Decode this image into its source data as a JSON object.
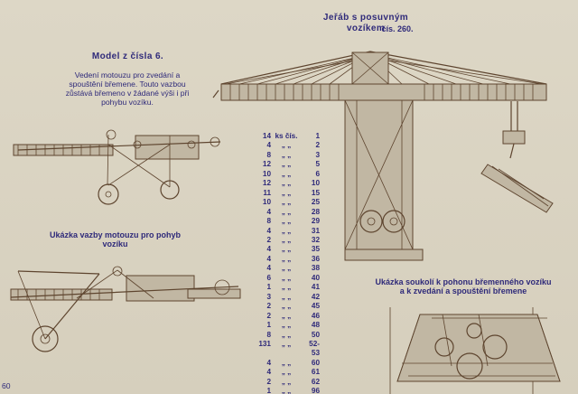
{
  "page": {
    "number": "60",
    "crane_title": "Jeřáb s posuvným vozíkem",
    "crane_number": "čís. 260.",
    "model_heading": "Model z čísla 6.",
    "hoist_caption": "Vedení motouzu pro zvedání a spouštění břemene. Touto vazbou zůstává břemeno v žádané výši i při pohybu vozíku.",
    "trolley_caption": "Ukázka vazby motouzu pro pohyb vozíku",
    "gear_caption": "Ukázka soukolí k pohonu břemenného vozíku a k zvedání a spouštění břemene"
  },
  "parts_list": [
    {
      "qty": "14",
      "sep": "ks čís.",
      "part": "1"
    },
    {
      "qty": "4",
      "sep": "„ „",
      "part": "2"
    },
    {
      "qty": "8",
      "sep": "„ „",
      "part": "3"
    },
    {
      "qty": "12",
      "sep": "„ „",
      "part": "5"
    },
    {
      "qty": "10",
      "sep": "„ „",
      "part": "6"
    },
    {
      "qty": "12",
      "sep": "„ „",
      "part": "10"
    },
    {
      "qty": "11",
      "sep": "„ „",
      "part": "15"
    },
    {
      "qty": "10",
      "sep": "„ „",
      "part": "25"
    },
    {
      "qty": "4",
      "sep": "„ „",
      "part": "28"
    },
    {
      "qty": "8",
      "sep": "„ „",
      "part": "29"
    },
    {
      "qty": "4",
      "sep": "„ „",
      "part": "31"
    },
    {
      "qty": "2",
      "sep": "„ „",
      "part": "32"
    },
    {
      "qty": "4",
      "sep": "„ „",
      "part": "35"
    },
    {
      "qty": "4",
      "sep": "„ „",
      "part": "36"
    },
    {
      "qty": "4",
      "sep": "„ „",
      "part": "38"
    },
    {
      "qty": "6",
      "sep": "„ „",
      "part": "40"
    },
    {
      "qty": "1",
      "sep": "„ „",
      "part": "41"
    },
    {
      "qty": "3",
      "sep": "„ „",
      "part": "42"
    },
    {
      "qty": "2",
      "sep": "„ „",
      "part": "45"
    },
    {
      "qty": "2",
      "sep": "„ „",
      "part": "46"
    },
    {
      "qty": "1",
      "sep": "„ „",
      "part": "48"
    },
    {
      "qty": "8",
      "sep": "„ „",
      "part": "50"
    },
    {
      "qty": "131",
      "sep": "„ „",
      "part": "52-53"
    },
    {
      "qty": "4",
      "sep": "„ „",
      "part": "60"
    },
    {
      "qty": "4",
      "sep": "„ „",
      "part": "61"
    },
    {
      "qty": "2",
      "sep": "„ „",
      "part": "62"
    },
    {
      "qty": "1",
      "sep": "„ „",
      "part": "96"
    }
  ]
}
